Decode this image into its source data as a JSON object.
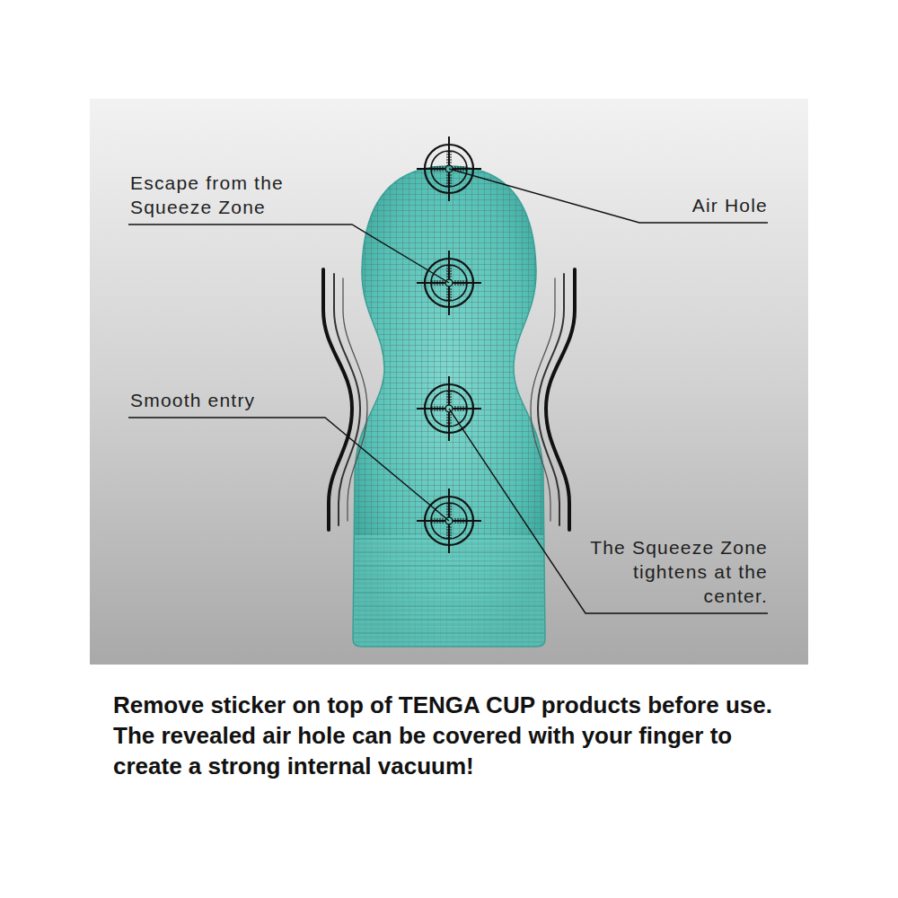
{
  "diagram": {
    "caption": "Remove sticker on top of TENGA CUP products before use. The revealed air hole can be covered with your finger to create a strong internal vacuum!",
    "labels": [
      "Escape from the Squeeze Zone",
      "Air Hole",
      "Smooth entry",
      "The Squeeze Zone tightens at the center."
    ]
  }
}
